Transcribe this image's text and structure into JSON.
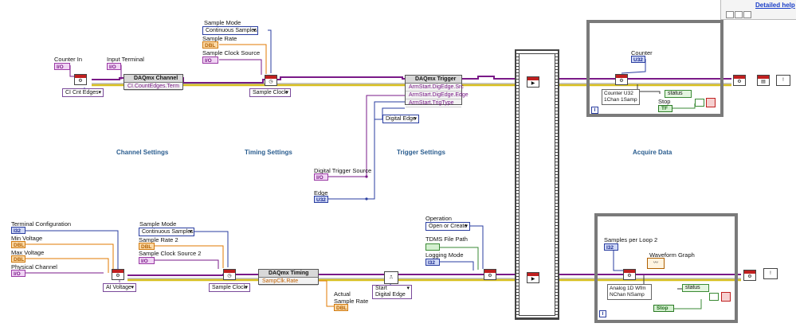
{
  "help": {
    "link": "Detailed help"
  },
  "sections": {
    "channel": "Channel Settings",
    "timing": "Timing Settings",
    "trigger": "Trigger Settings",
    "acquire": "Acquire Data"
  },
  "counter_path": {
    "counter_in_label": "Counter In",
    "counter_in_const": "I/O",
    "input_terminal_label": "Input Terminal",
    "input_terminal_const": "I/O",
    "ci_cnt_edges": "CI Cnt Edges",
    "channel_node_title": "DAQmx Channel",
    "channel_node_prop": "CI.CountEdges.Term",
    "sample_mode_label": "Sample Mode",
    "sample_mode_value": "Continuous Samples",
    "sample_rate_label": "Sample Rate",
    "sample_rate_const": "DBL",
    "sample_clock_source_label": "Sample Clock Source",
    "sample_clock_source_const": "I/O",
    "sample_clock_ring": "Sample Clock",
    "trigger_node_title": "DAQmx Trigger",
    "trigger_props": [
      "ArmStart.DigEdge.Src",
      "ArmStart.DigEdge.Edge",
      "ArmStart.TrigType"
    ],
    "digital_edge_ring": "Digital Edge",
    "counter_label": "Counter",
    "counter_const": "U32",
    "counter_read": "Counter U32\n1Chan 1Samp",
    "status": "status",
    "stop_label": "Stop",
    "stop_button": "TF"
  },
  "trigger_inputs": {
    "digital_trigger_source_label": "Digital Trigger Source",
    "digital_trigger_source_const": "I/O",
    "edge_label": "Edge",
    "edge_const": "U32"
  },
  "analog_path": {
    "terminal_config_label": "Terminal Configuration",
    "terminal_config_const": "I32",
    "min_voltage_label": "Min Voltage",
    "min_voltage_const": "DBL",
    "max_voltage_label": "Max Voltage",
    "max_voltage_const": "DBL",
    "physical_channel_label": "Physical Channel",
    "physical_channel_const": "I/O",
    "ai_voltage": "AI Voltage",
    "sample_mode_label": "Sample Mode",
    "sample_mode_value": "Continuous Samples",
    "sample_rate_label": "Sample Rate 2",
    "sample_rate_const": "DBL",
    "sample_clock_source_label": "Sample Clock Source 2",
    "sample_clock_source_const": "I/O",
    "sample_clock_ring": "Sample Clock",
    "timing_node_title": "DAQmx Timing",
    "timing_node_prop": "SampClk.Rate",
    "actual_rate_label": "Actual\nSample Rate",
    "actual_rate_const": "DBL",
    "start_ring": "Start\nDigital Edge",
    "operation_label": "Operation",
    "operation_value": "Open or Create",
    "tdms_label": "TDMS File Path",
    "logging_mode_label": "Logging Mode",
    "logging_mode_const": "I32",
    "samples_per_loop_label": "Samples per Loop 2",
    "samples_per_loop_const": "I32",
    "waveform_graph_label": "Waveform Graph",
    "analog_read": "Analog 1D Wfm\nNChan NSamp",
    "status": "status",
    "stop_button": "Stop"
  },
  "icons": [
    "daqmx-vi-icon",
    "error-handler-icon",
    "loop-iteration-icon",
    "stop-terminal-icon"
  ],
  "colors": {
    "orange_wire": "#e07a00",
    "purple_wire": "#7a1a88",
    "blue_wire": "#2a3ea0",
    "error_wire": "#d8c020",
    "loop_frame": "#7a7a7a"
  }
}
